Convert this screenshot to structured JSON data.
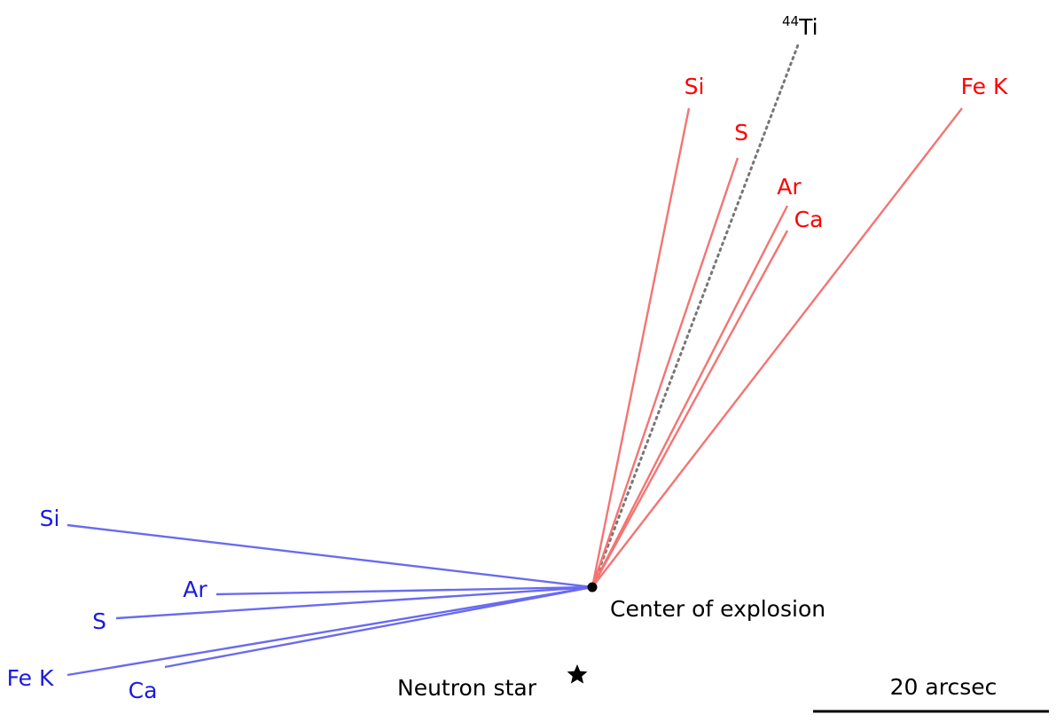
{
  "colors": {
    "redshifted": "#ff0000",
    "redshifted_line": "#f47474",
    "blueshifted": "#1a1adf",
    "blueshifted_line": "#6a6af0",
    "ti_line": "#777777",
    "text": "#000000"
  },
  "redshifted": [
    {
      "element": "Si"
    },
    {
      "element": "S"
    },
    {
      "element": "Ar"
    },
    {
      "element": "Ca"
    },
    {
      "element": "Fe K"
    }
  ],
  "blueshifted": [
    {
      "element": "Si"
    },
    {
      "element": "Ar"
    },
    {
      "element": "S"
    },
    {
      "element": "Fe K"
    },
    {
      "element": "Ca"
    }
  ],
  "ti44": {
    "mass_number": "44",
    "element": "Ti"
  },
  "center_label": "Center of explosion",
  "neutron_star": {
    "label": "Neutron star",
    "icon": "star-icon"
  },
  "scale_bar": {
    "label": "20 arcsec"
  }
}
